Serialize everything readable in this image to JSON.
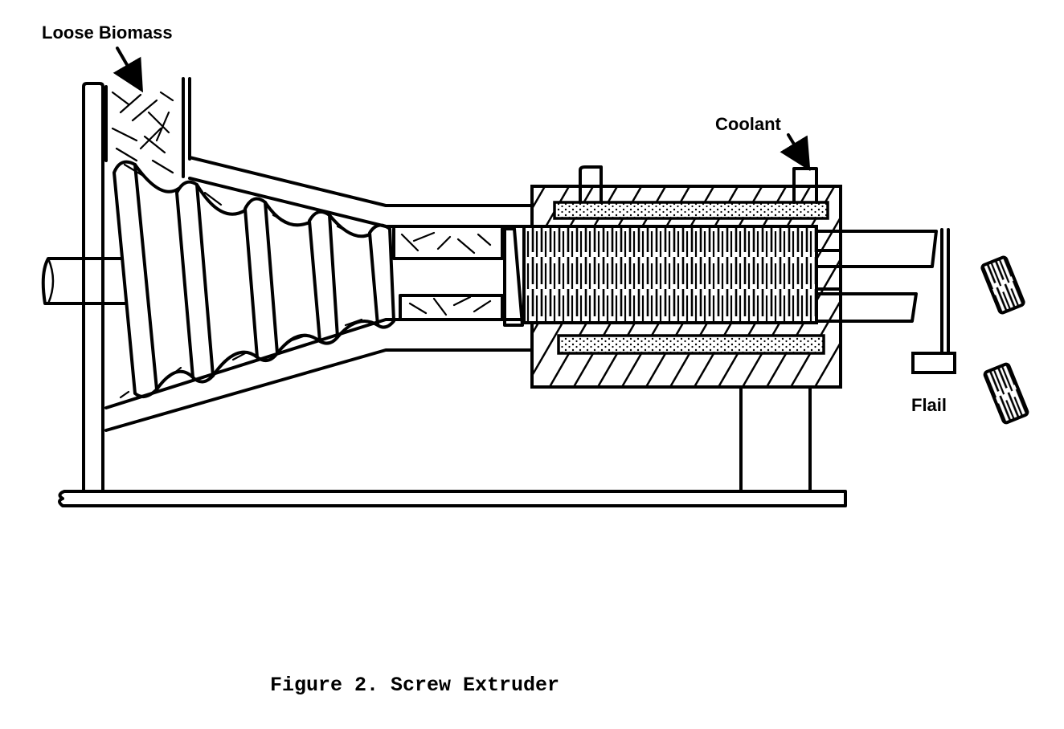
{
  "labels": {
    "loose_biomass": "Loose Biomass",
    "coolant": "Coolant",
    "flail": "Flail"
  },
  "caption": "Figure 2. Screw Extruder",
  "colors": {
    "ink": "#000000",
    "paper": "#ffffff"
  }
}
